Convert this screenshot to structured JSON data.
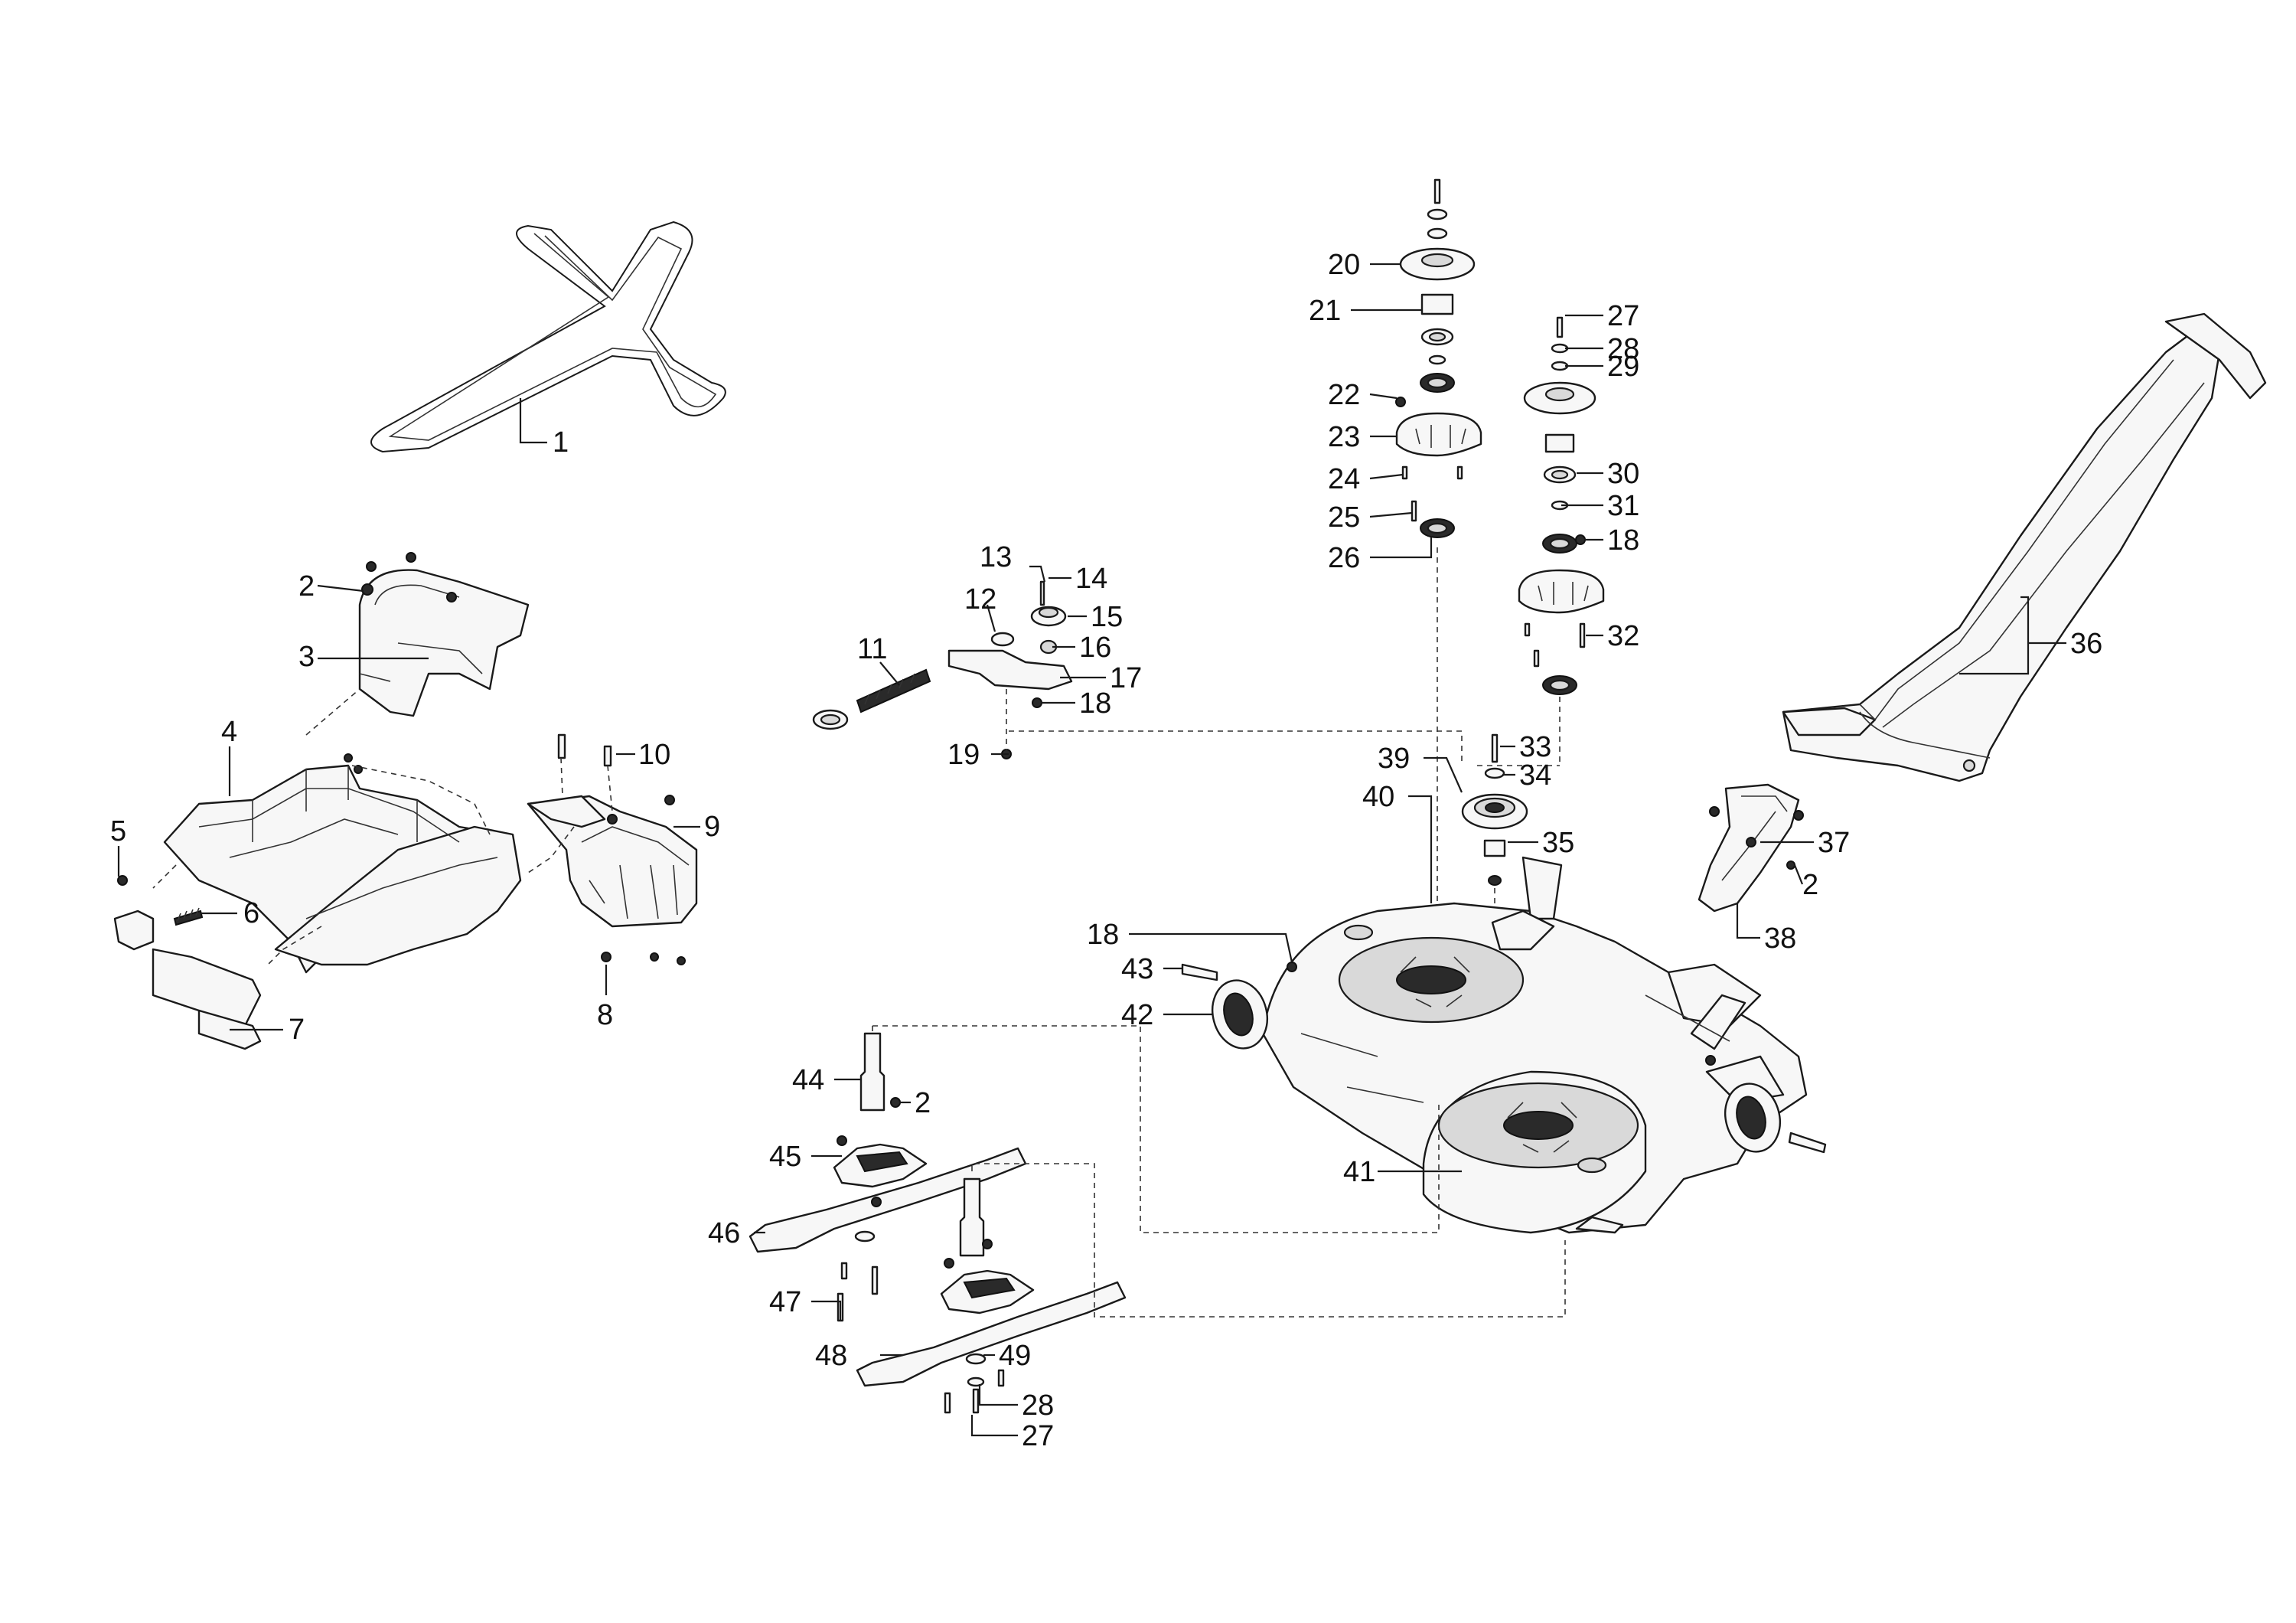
{
  "callouts": [
    "1",
    "2",
    "3",
    "4",
    "5",
    "6",
    "7",
    "8",
    "9",
    "10",
    "11",
    "12",
    "13",
    "14",
    "15",
    "16",
    "17",
    "18",
    "19",
    "20",
    "21",
    "22",
    "23",
    "24",
    "25",
    "26",
    "27",
    "28",
    "29",
    "30",
    "31",
    "32",
    "33",
    "34",
    "35",
    "36",
    "37",
    "38",
    "39",
    "40",
    "41",
    "42",
    "43",
    "44",
    "45",
    "46",
    "47",
    "48",
    "49"
  ],
  "repeat": {
    "l2": "2",
    "l18": "18",
    "l27": "27",
    "l28": "28"
  }
}
